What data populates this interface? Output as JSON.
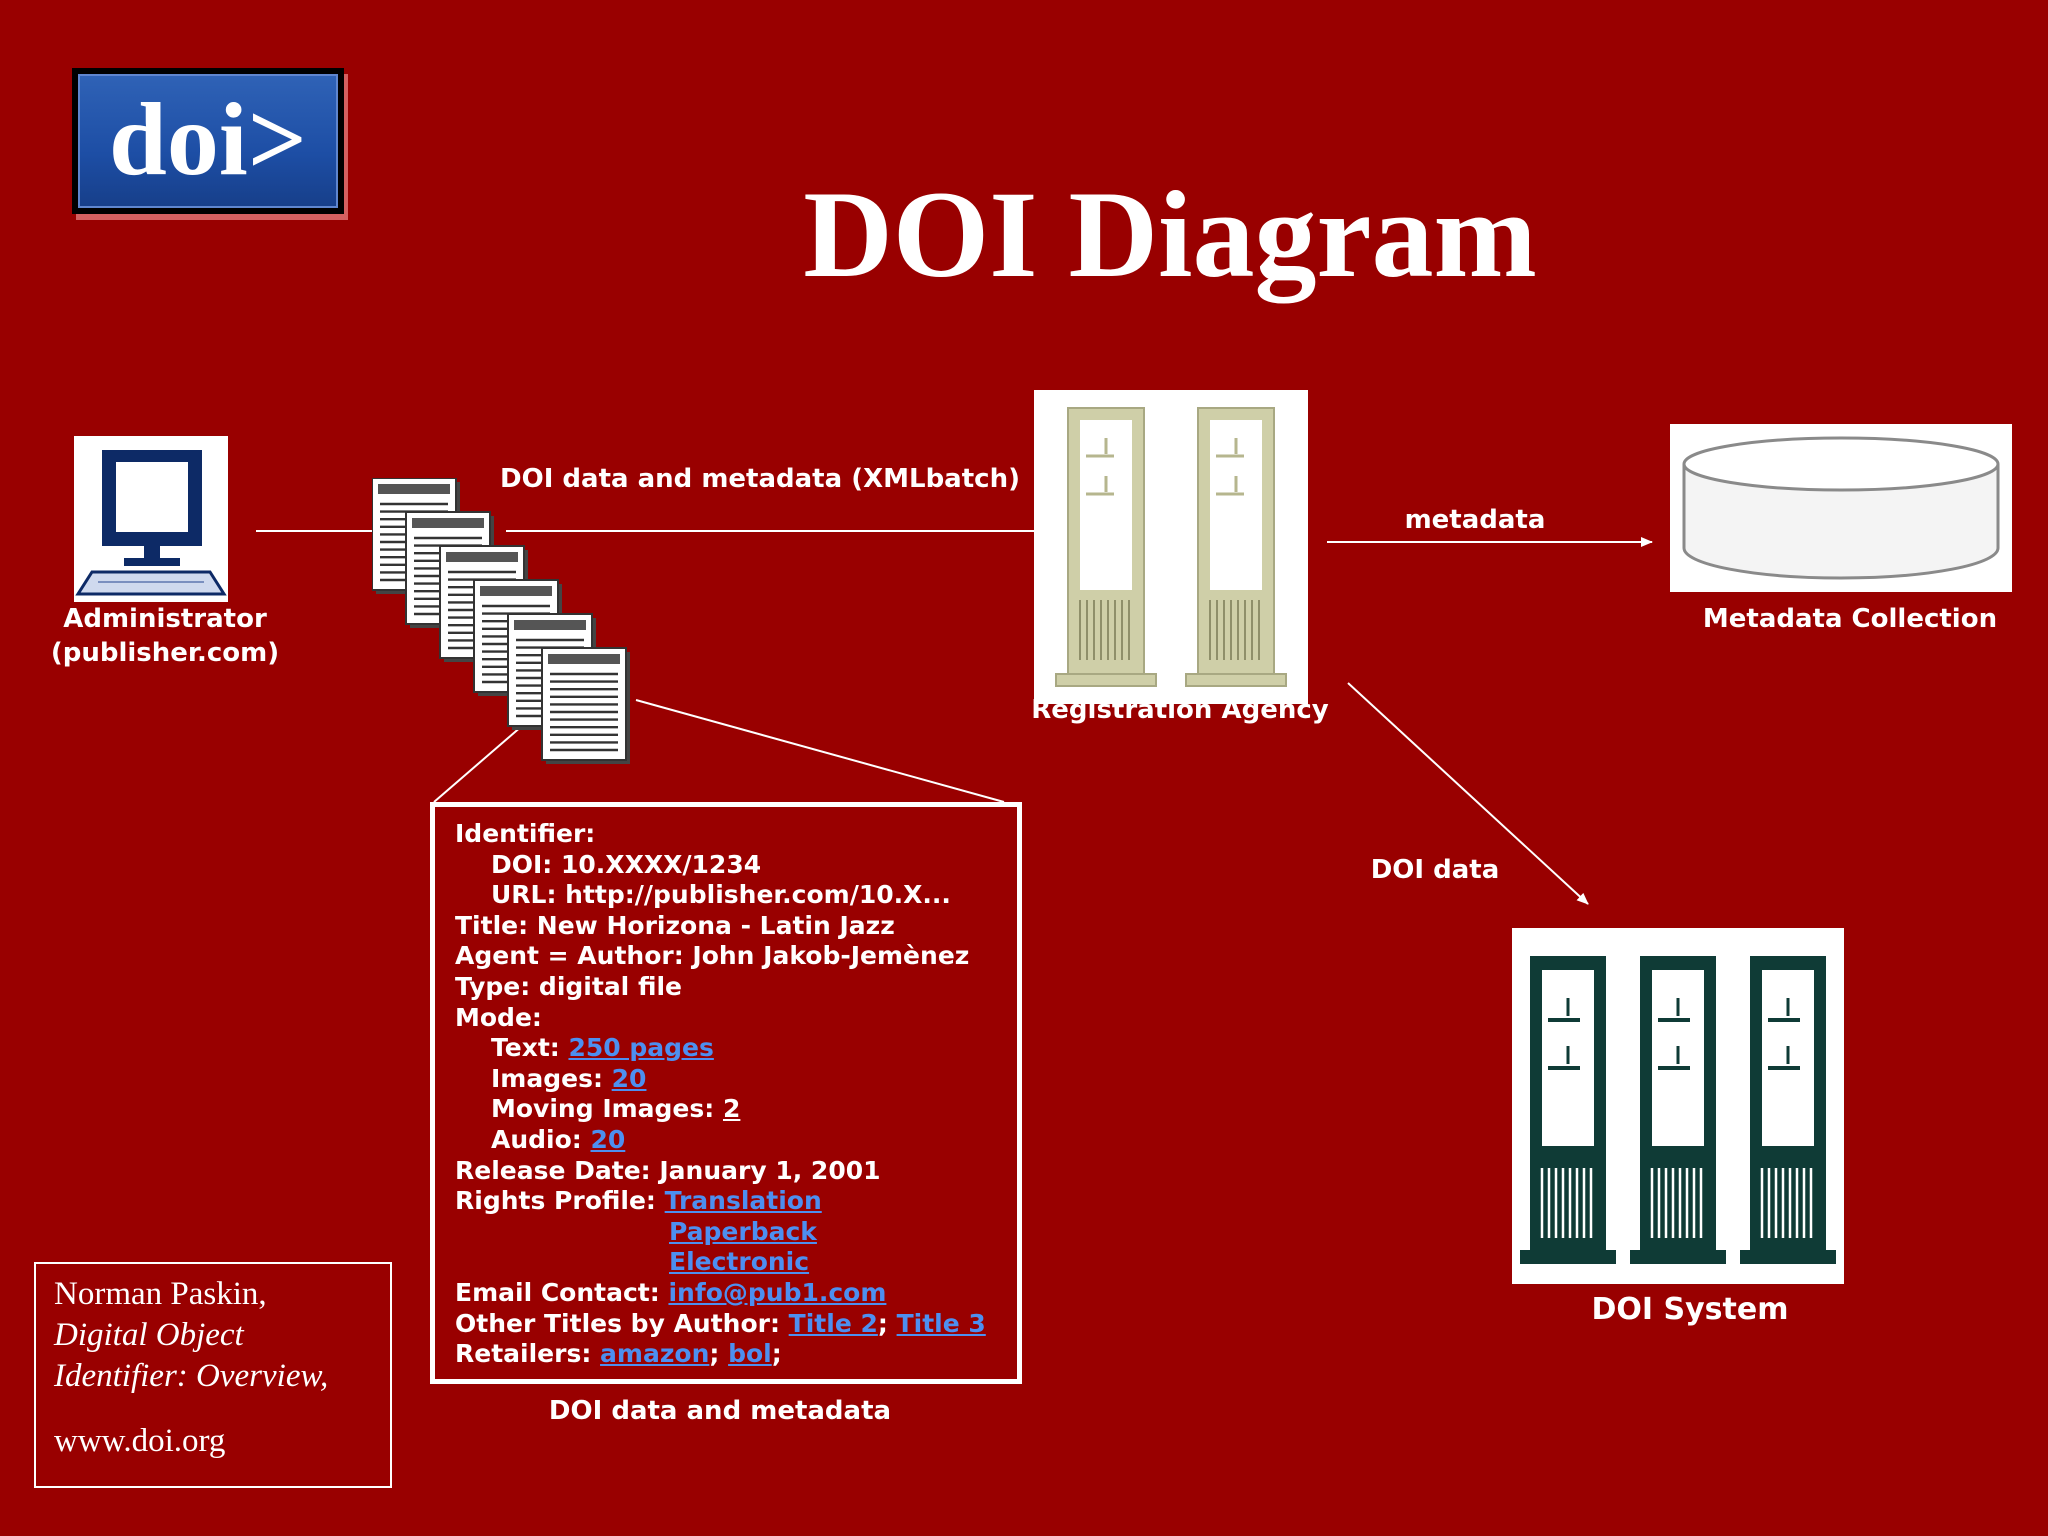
{
  "title": "DOI Diagram",
  "logo_text": "doi>",
  "nodes": {
    "admin": {
      "line1": "Administrator",
      "line2": "(publisher.com)"
    },
    "registration_agency": "Registration Agency",
    "metadata_collection": "Metadata Collection",
    "doi_system": "DOI System"
  },
  "edges": {
    "admin_to_ra": "DOI data and metadata (XMLbatch)",
    "ra_to_collection": "metadata",
    "ra_to_system": "DOI data"
  },
  "metadata_record": {
    "identifier_label": "Identifier:",
    "doi": "DOI: 10.XXXX/1234",
    "url": "URL: http://publisher.com/10.X...",
    "title": "Title:  New Horizona - Latin Jazz",
    "agent": "Agent = Author: John Jakob-Jemènez",
    "type": "Type: digital file",
    "mode_label": "Mode:",
    "text_label": "Text: ",
    "text_value": "250 pages",
    "images_label": "Images: ",
    "images_value": "20",
    "moving_label": "Moving Images: ",
    "moving_value": "2",
    "audio_label": "Audio: ",
    "audio_value": "20",
    "release": "Release Date: January 1, 2001",
    "rights_label": "Rights Profile: ",
    "rights": [
      "Translation",
      "Paperback",
      "Electronic"
    ],
    "email_label": "Email Contact: ",
    "email": "info@pub1.com",
    "other_label": "Other Titles by Author: ",
    "other_1": "Title 2",
    "sep": "; ",
    "other_2": "Title 3",
    "retailers_label": "Retailers: ",
    "retailer_1": "amazon",
    "retailer_2": "bol",
    "end": ";",
    "caption": "DOI data and metadata"
  },
  "citation": {
    "line1": "Norman Paskin,",
    "line2": "Digital Object",
    "line3": "Identifier: Overview,",
    "line4": "www.doi.org"
  },
  "colors": {
    "background": "#990000",
    "link": "#4d8ff0",
    "logo_blue": "#1d4ea5",
    "server_ra": "#cfcfa8",
    "server_sys": "#0f3b36"
  }
}
